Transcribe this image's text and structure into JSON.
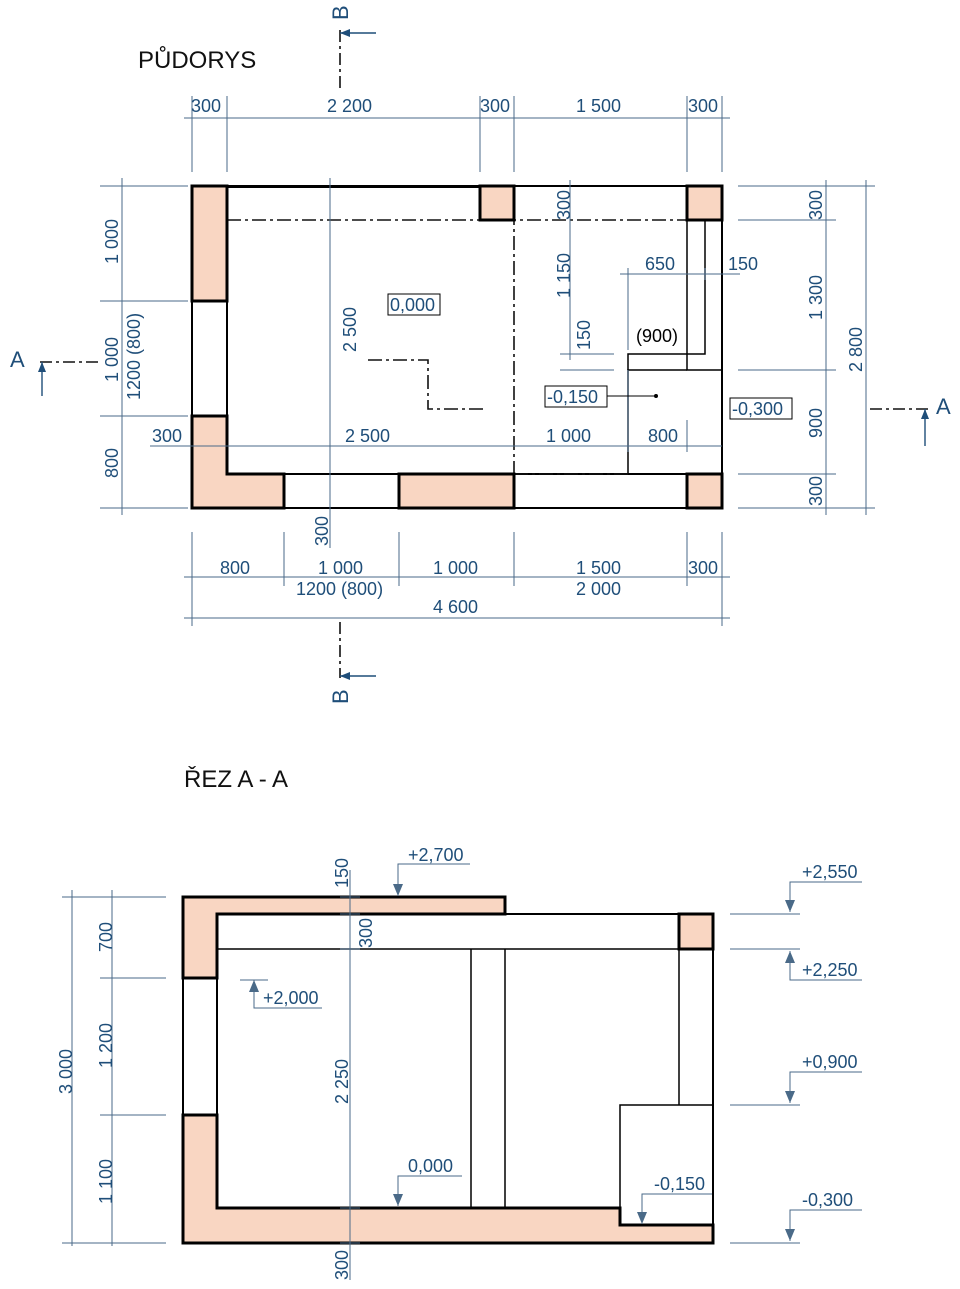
{
  "plan": {
    "title": "PŮDORYS",
    "section_mark": "B",
    "cut_mark": "A",
    "dims_top": [
      "300",
      "2 200",
      "300",
      "1 500",
      "300"
    ],
    "dims_bottom_row1": [
      "800",
      "1 000",
      "1 000",
      "1 500",
      "300"
    ],
    "dims_bottom_row2": [
      "1200 (800)",
      "2 000"
    ],
    "dims_bottom_total": "4 600",
    "dims_left": [
      "1 000",
      "1 000",
      "1200 (800)",
      "800"
    ],
    "dims_right": [
      "300",
      "1 300",
      "900",
      "300"
    ],
    "dims_right_total": "2 800",
    "dims_inner": {
      "d2500_vertical": "2 500",
      "d300_col": "300",
      "d1150": "1 150",
      "d150_step": "150",
      "d650": "650",
      "d150": "150",
      "d900_paren": "(900)",
      "d300_left": "300",
      "d2500_horiz": "2 500",
      "d1000": "1 000",
      "d800": "800",
      "d300_below": "300"
    },
    "levels": {
      "floor": "0,000",
      "step": "-0,150",
      "outside": "-0,300"
    }
  },
  "section": {
    "title": "ŘEZ  A - A",
    "dims_left": [
      "700",
      "1 200",
      "1 100"
    ],
    "dims_left_total": "3 000",
    "dim_center_150": "150",
    "dim_center_300": "300",
    "dim_center_2250": "2 250",
    "dim_center_300_bottom": "300",
    "levels": {
      "top": "+2,700",
      "window": "+2,000",
      "floor": "0,000",
      "step": "-0,150",
      "r2550": "+2,550",
      "r2250": "+2,250",
      "r900": "+0,900",
      "r300": "-0,300"
    }
  }
}
